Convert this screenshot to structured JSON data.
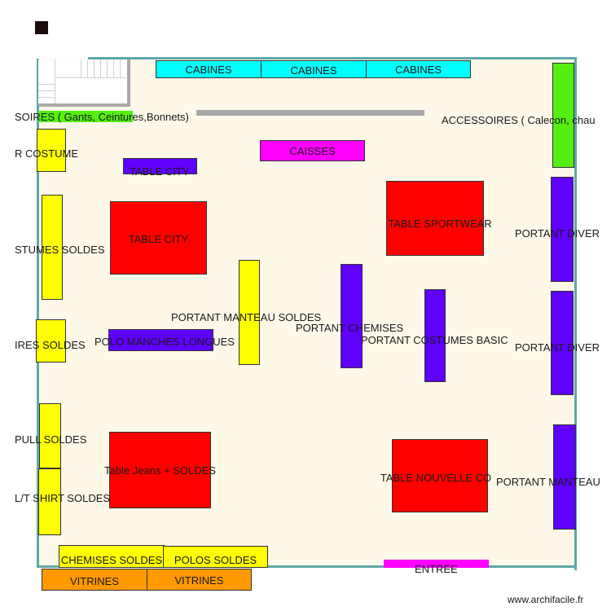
{
  "labels": {
    "cabines_1": "CABINES",
    "cabines_2": "CABINES",
    "cabines_3": "CABINES",
    "accessoires_left": "SOIRES ( Gants, Ceintures,Bonnets)",
    "accessoires_right": "ACCESSOIRES ( Calecon, chau",
    "costume": "R COSTUME",
    "caisses": "CAISSES",
    "table_city_small": "TABLE CITY",
    "table_city": "TABLE CITY",
    "table_sportwear": "TABLE SPORTWEAR",
    "costumes_soldes": "STUMES SOLDES",
    "portant_divers_1": "PORTANT DIVER",
    "portant_manteau_soldes": "PORTANT  MANTEAU SOLDES",
    "portant_chemises": "PORTANT CHEMISES",
    "portant_costumes_basic": "PORTANT COSTUMES BASIC",
    "polo_manches_longues": "POLO MANCHES LONGUES",
    "ires_soldes": "IRES SOLDES",
    "portant_divers_2": "PORTANT DIVER",
    "pull_soldes": "PULL SOLDES",
    "table_jeans": "Table Jeans + SOLDES",
    "table_nouvelle": "TABLE NOUVELLE CO",
    "portant_manteau": "PORTANT MANTEAU",
    "tshirt_soldes": "L/T SHIRT SOLDES",
    "chemises_soldes": "CHEMISES SOLDES",
    "polos_soldes": "POLOS SOLDES",
    "entree": "ENTREE",
    "vitrines_1": "VITRINES",
    "vitrines_2": "VITRINES",
    "watermark": "www.archifacile.fr"
  },
  "colors": {
    "floor": "#fdf8e8",
    "wall": "#5fa8a8",
    "table": "#ff0000",
    "portant_purple": "#6000ff",
    "portant_yellow": "#ffff00",
    "cabines": "#00ffff",
    "caisses": "#ff00ff",
    "accessoires": "#55ee11",
    "vitrines": "#ff9900"
  }
}
